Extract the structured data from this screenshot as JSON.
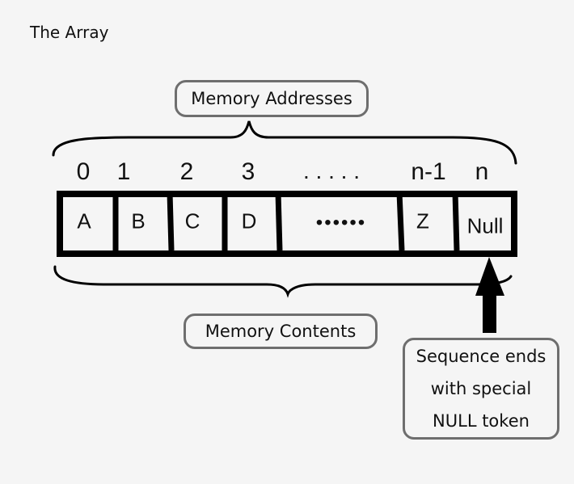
{
  "title": "The Array",
  "labels": {
    "addresses": "Memory Addresses",
    "contents": "Memory Contents"
  },
  "indices": [
    "0",
    "1",
    "2",
    "3",
    ". . . . .",
    "n-1",
    "n"
  ],
  "cells": [
    "A",
    "B",
    "C",
    "D",
    "••••••",
    "Z",
    "Null"
  ],
  "note": {
    "line1": "Sequence ends",
    "line2": "with special",
    "line3": "NULL token"
  },
  "colors": {
    "stroke": "#000000",
    "pill_border": "#6e6e6e",
    "background": "#f5f5f5"
  }
}
